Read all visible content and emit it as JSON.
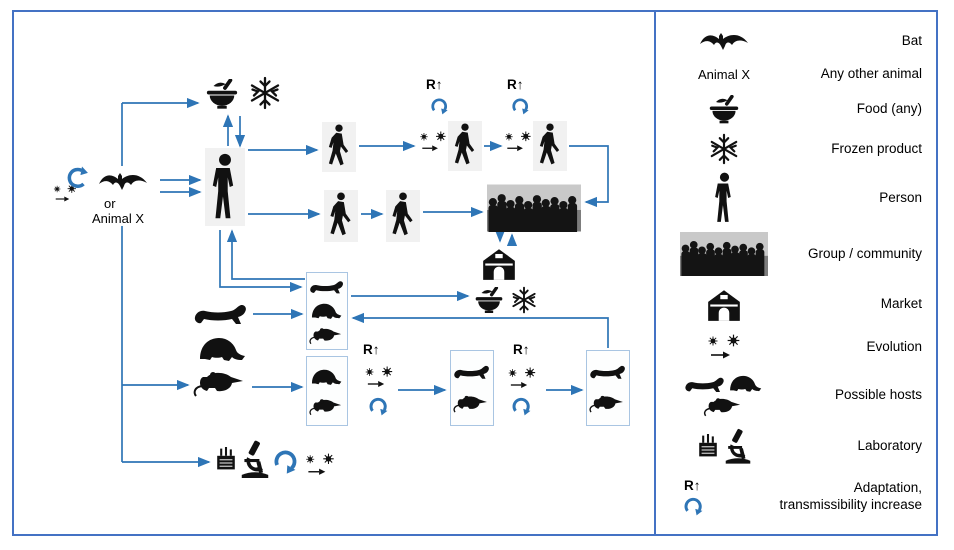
{
  "diagram": {
    "or_label": "or",
    "animal_x_label": "Animal X",
    "r_label": "R↑"
  },
  "legend": {
    "items": [
      {
        "label": "Bat"
      },
      {
        "label": "Any other animal",
        "icon_text": "Animal X"
      },
      {
        "label": "Food (any)"
      },
      {
        "label": "Frozen product"
      },
      {
        "label": "Person"
      },
      {
        "label": "Group / community"
      },
      {
        "label": "Market"
      },
      {
        "label": "Evolution"
      },
      {
        "label": "Possible hosts"
      },
      {
        "label": "Laboratory"
      },
      {
        "label": "Adaptation, transmissibility increase",
        "icon_text": "R↑"
      }
    ]
  },
  "colors": {
    "arrow_blue": "#2E75B6",
    "frame_blue": "#4472C4"
  }
}
